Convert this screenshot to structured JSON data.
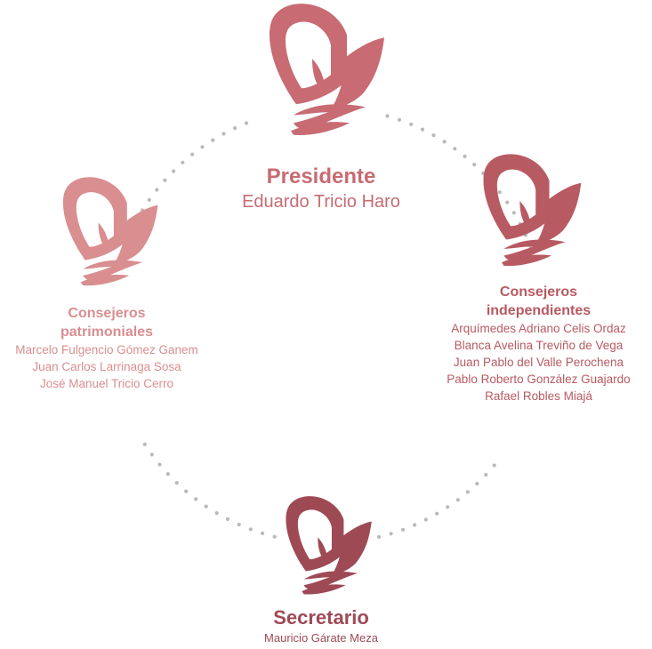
{
  "colors": {
    "president": "#c86b72",
    "independent": "#b85a62",
    "patrimonial": "#d98e90",
    "secretary": "#9e4a55",
    "ring_dots": "#b9b9b9"
  },
  "icons": {
    "logo": "butterfly-logo-icon"
  },
  "president": {
    "title": "Presidente",
    "name": "Eduardo Tricio Haro"
  },
  "independent": {
    "title_line1": "Consejeros",
    "title_line2": "independientes",
    "members": [
      "Arquímedes Adriano Celis Ordaz",
      "Blanca Avelina Treviño de Vega",
      "Juan Pablo del Valle Perochena",
      "Pablo Roberto González Guajardo",
      "Rafael Robles Miajá"
    ]
  },
  "patrimonial": {
    "title_line1": "Consejeros",
    "title_line2": "patrimoniales",
    "members": [
      "Marcelo Fulgencio Gómez Ganem",
      "Juan Carlos Larrinaga Sosa",
      "José Manuel Tricio Cerro"
    ]
  },
  "secretary": {
    "title": "Secretario",
    "name": "Mauricio Gárate Meza"
  }
}
